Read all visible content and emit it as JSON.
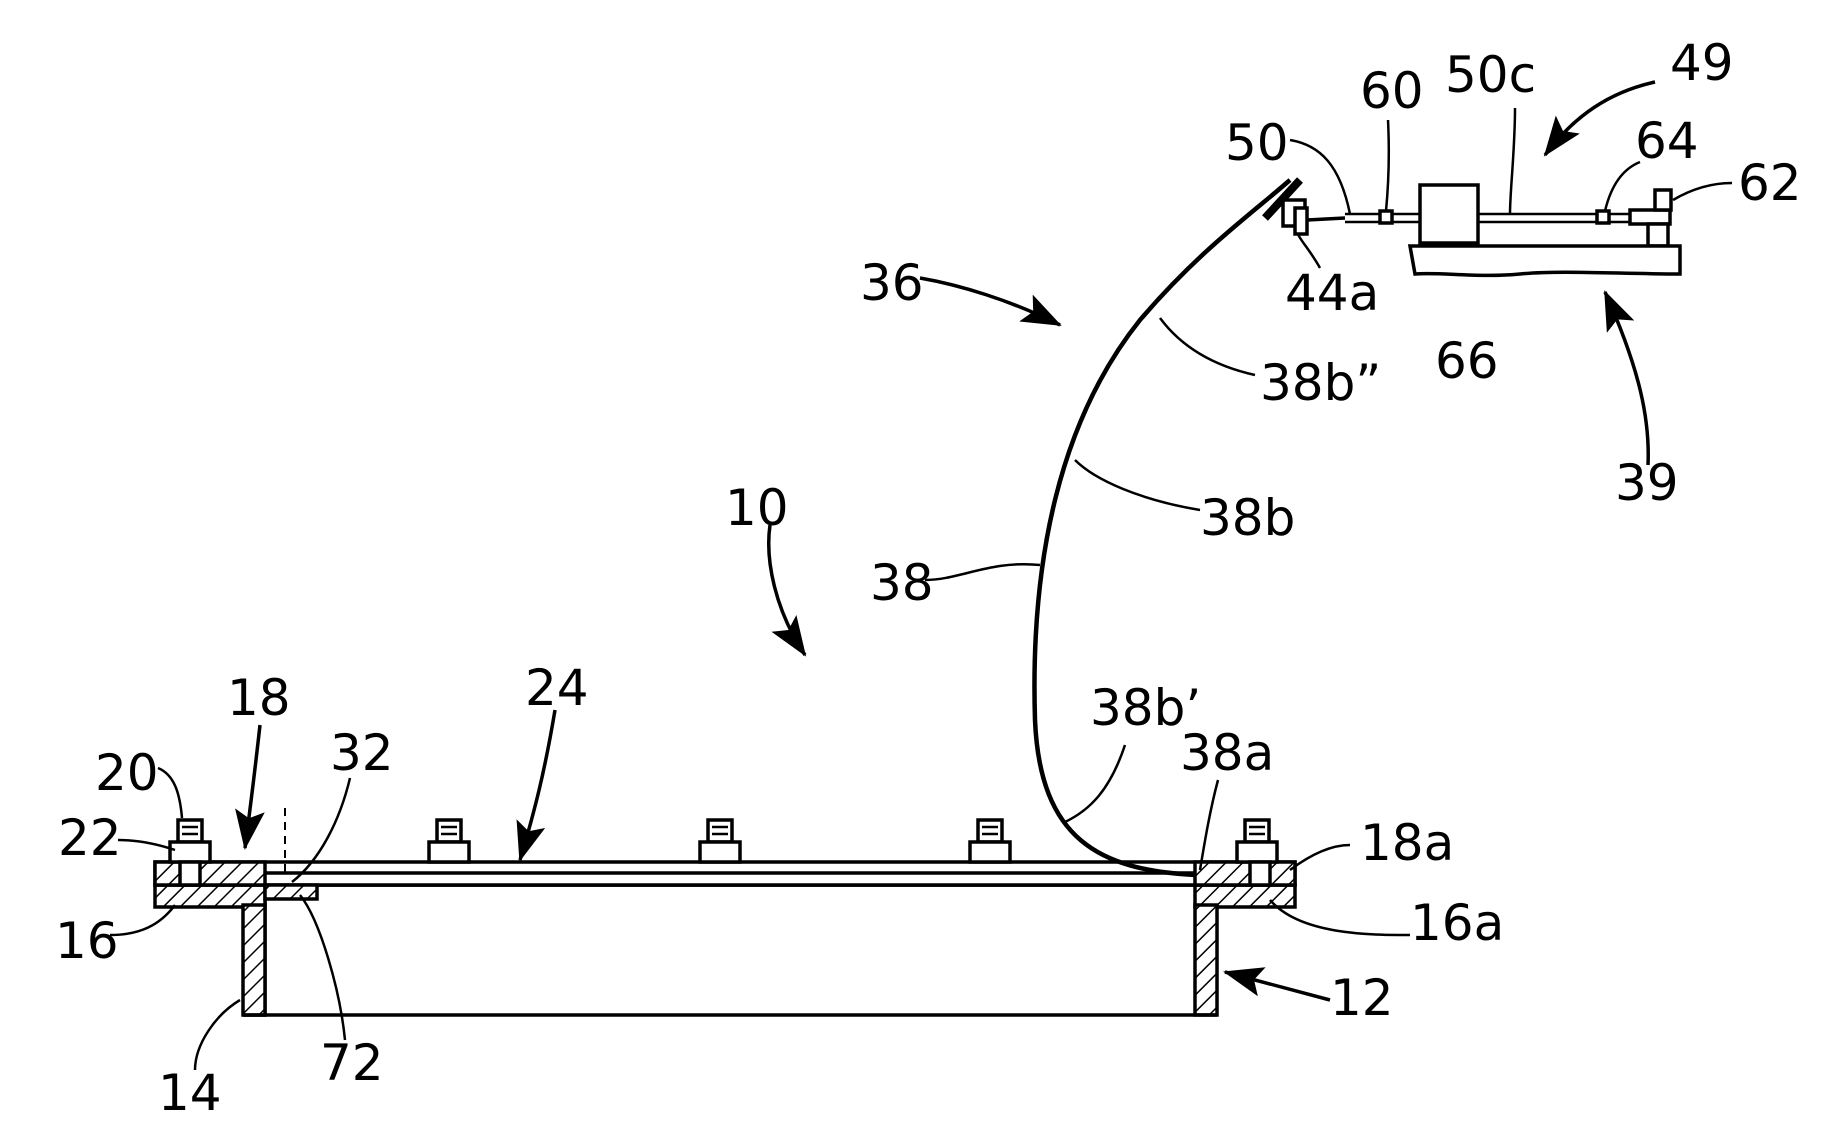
{
  "labels": {
    "l10": "10",
    "l12": "12",
    "l14": "14",
    "l16": "16",
    "l16a": "16a",
    "l18": "18",
    "l18a": "18a",
    "l20": "20",
    "l22": "22",
    "l24": "24",
    "l32": "32",
    "l36": "36",
    "l38": "38",
    "l38a": "38a",
    "l38b": "38b",
    "l38b1": "38b’",
    "l38b2": "38b”",
    "l39": "39",
    "l44a": "44a",
    "l49": "49",
    "l50": "50",
    "l50c": "50c",
    "l60": "60",
    "l62": "62",
    "l64": "64",
    "l66": "66",
    "l72": "72"
  }
}
